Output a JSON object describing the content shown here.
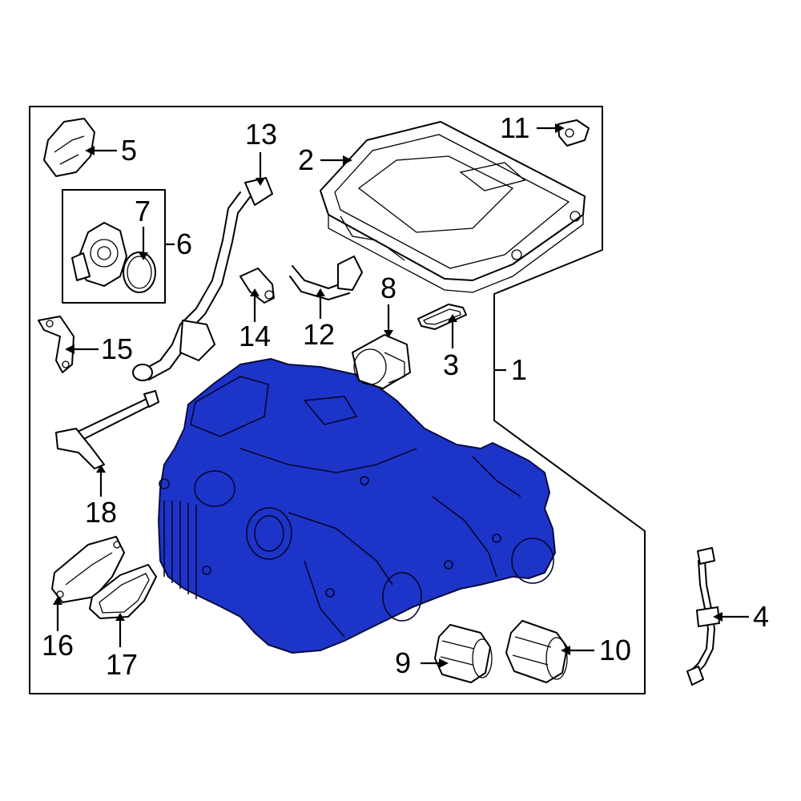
{
  "diagram": {
    "highlight_color": "#1d34c9",
    "line_color": "#000000",
    "background": "#ffffff",
    "callouts": [
      {
        "id": "1",
        "text": "1"
      },
      {
        "id": "2",
        "text": "2"
      },
      {
        "id": "3",
        "text": "3"
      },
      {
        "id": "4",
        "text": "4"
      },
      {
        "id": "5",
        "text": "5"
      },
      {
        "id": "6",
        "text": "6"
      },
      {
        "id": "7",
        "text": "7"
      },
      {
        "id": "8",
        "text": "8"
      },
      {
        "id": "9",
        "text": "9"
      },
      {
        "id": "10",
        "text": "10"
      },
      {
        "id": "11",
        "text": "11"
      },
      {
        "id": "12",
        "text": "12"
      },
      {
        "id": "13",
        "text": "13"
      },
      {
        "id": "14",
        "text": "14"
      },
      {
        "id": "15",
        "text": "15"
      },
      {
        "id": "16",
        "text": "16"
      },
      {
        "id": "17",
        "text": "17"
      },
      {
        "id": "18",
        "text": "18"
      }
    ]
  }
}
